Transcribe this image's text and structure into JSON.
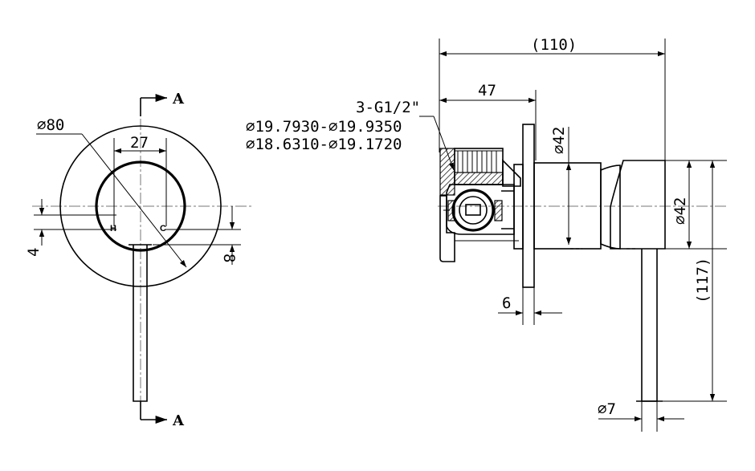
{
  "front_view": {
    "plate_diameter": "∅80",
    "hole_spacing": "27",
    "left_offset": "4",
    "right_offset": "8",
    "hot_label": "H",
    "cold_label": "C",
    "section_label_top": "A",
    "section_label_bottom": "A"
  },
  "side_view": {
    "overall_length": "(110)",
    "inlet_depth": "47",
    "thread_spec": "3-G1/2\"",
    "thread_major": "∅19.7930-∅19.9350",
    "thread_minor": "∅18.6310-∅19.1720",
    "body_diameter": "∅42",
    "handle_diameter": "∅42",
    "overall_height": "(117)",
    "plate_thickness": "6",
    "lever_diameter": "∅7"
  }
}
